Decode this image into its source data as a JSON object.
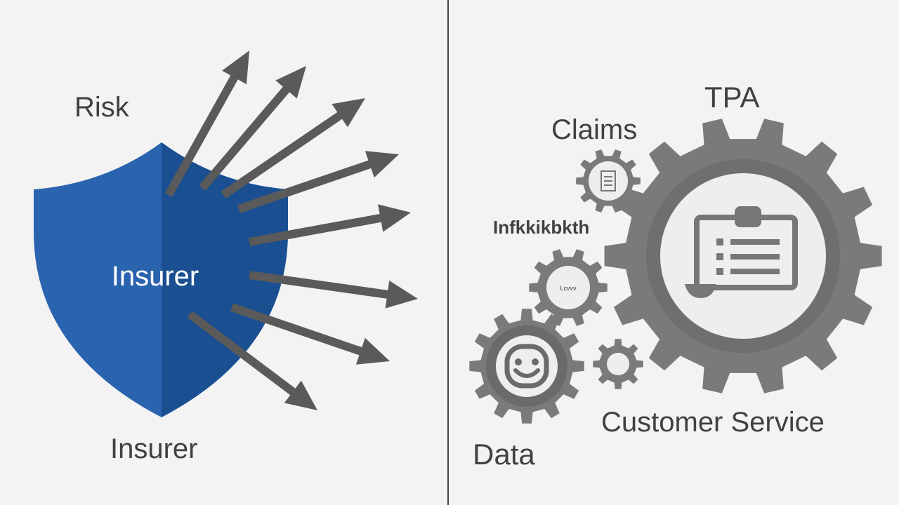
{
  "left_panel": {
    "risk_label": "Risk",
    "shield_label": "Insurer",
    "bottom_label": "Insurer"
  },
  "right_panel": {
    "tpa_label": "TPA",
    "claims_label": "Claims",
    "info_label": "Infkkikbkth",
    "small_gear_text": "Lcvvv",
    "customer_service_label": "Customer Service",
    "data_label": "Data"
  },
  "icons": {
    "shield": "shield-icon",
    "arrows": "arrow-icon",
    "main_gear": "clipboard-checklist-icon",
    "claims_gear": "document-icon",
    "data_gear": "smiley-face-icon"
  },
  "colors": {
    "background": "#f3f3f3",
    "shield_light": "#2a63ae",
    "shield_dark": "#1a4f91",
    "arrow": "#5a5a5a",
    "gear": "#7a7a7a",
    "gear_dark": "#6a6a6a",
    "text": "#3f4144",
    "divider": "#444444"
  }
}
